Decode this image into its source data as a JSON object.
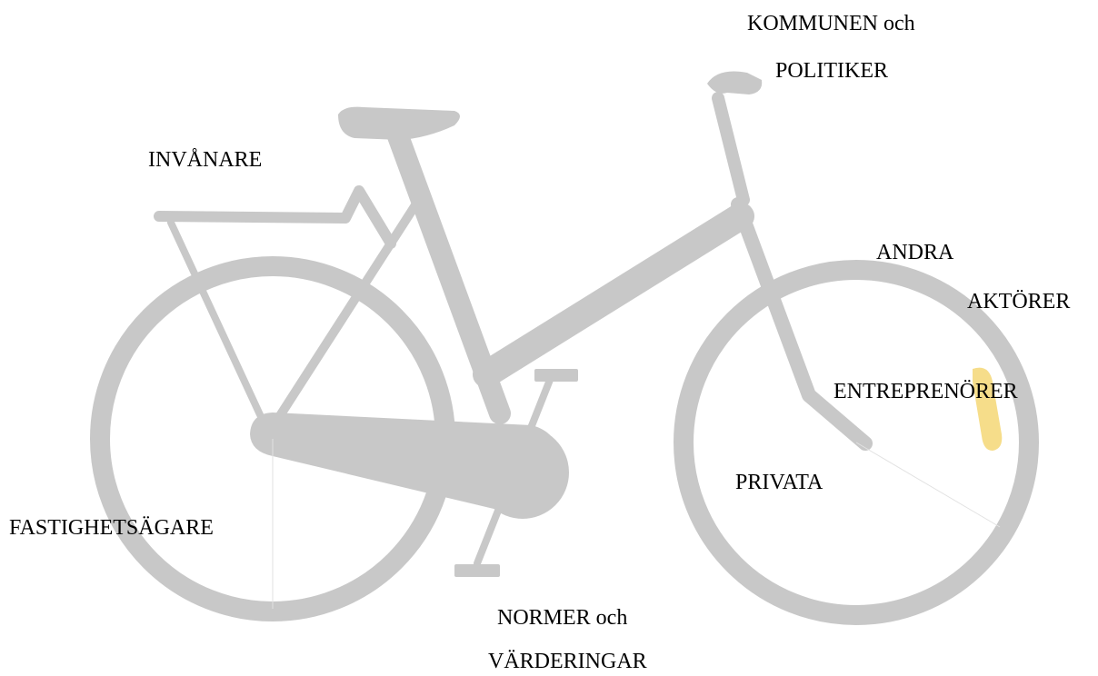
{
  "colors": {
    "bicycle": "#c8c8c8",
    "reflector": "#f6dd8a",
    "text": "#000000",
    "background": "#ffffff"
  },
  "labels": {
    "kommunen_line1": "KOMMUNEN och",
    "kommunen_line2": "POLITIKER",
    "invanare": "INVÅNARE",
    "andra_line1": "ANDRA",
    "andra_line2": "AKTÖRER",
    "entreprenorer": "ENTREPRENÖRER",
    "privata": "PRIVATA",
    "fastighetsagare": "FASTIGHETSÄGARE",
    "normer_line1": "NORMER och",
    "normer_line2": "VÄRDERINGAR"
  }
}
